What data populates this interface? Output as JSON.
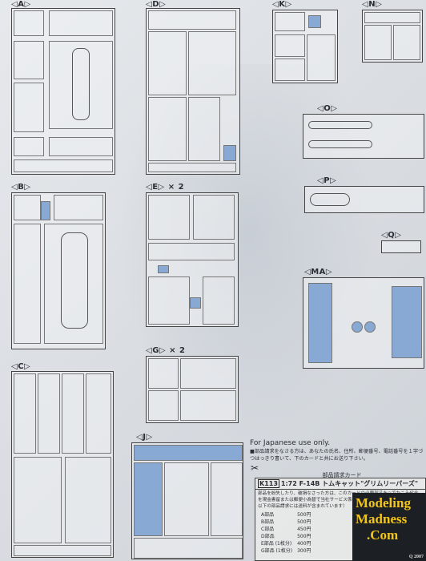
{
  "frames": {
    "A": "A",
    "B": "B",
    "C": "C",
    "D": "D",
    "E": "E",
    "E_mult": "× 2",
    "G": "G",
    "G_mult": "× 2",
    "J": "J",
    "K": "K",
    "N": "N",
    "O": "O",
    "P": "P",
    "Q": "Q",
    "MA": "MA"
  },
  "footer": {
    "japanese_use": "For Japanese use only.",
    "instructions": "■部品請求をなさる方は、あなたの氏名、住所、郵便番号、電話番号を１字づつはっきり書いて、下のカードと共にお送り下さい。",
    "card_title": "部品請求カード",
    "card_code": "K113",
    "card_heading": "1:72 F-14B トムキャット\"グリムリーパーズ\"",
    "card_text": "部品を紛失したり、破損なさった方は、このカードの必要部品を○でかこみ代金を現金書留または郵便小為替で当社サービス係までお申し込み下さい。（1,000円以下の部品請求には送料が含まれています）",
    "parts": [
      {
        "name": "A部品",
        "price": "500円"
      },
      {
        "name": "B部品",
        "price": "500円"
      },
      {
        "name": "C部品",
        "price": "450円"
      },
      {
        "name": "D部品",
        "price": "500円"
      },
      {
        "name": "E部品 (1枚分)",
        "price": "400円"
      },
      {
        "name": "G部品 (1枚分)",
        "price": "300円"
      }
    ]
  },
  "logo": {
    "line1": "Modeling",
    "line2": "Madness",
    "line3": ".Com",
    "tag": "Q 2007"
  },
  "colors": {
    "highlight_part": "#88a9d3",
    "logo_bg": "#1c1f24",
    "logo_text": "#f3c51a"
  }
}
